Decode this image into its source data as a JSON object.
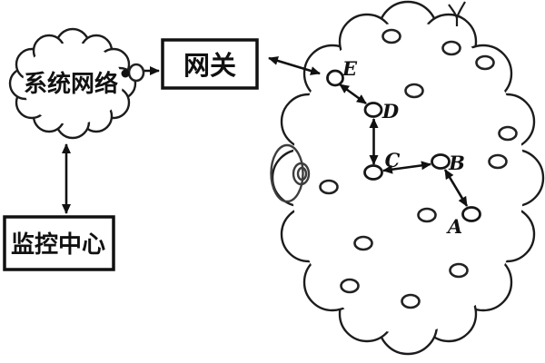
{
  "colors": {
    "ink": "#111111",
    "background": "#ffffff"
  },
  "system_network_cloud": {
    "label": "系统网络"
  },
  "gateway_box": {
    "label": "网关"
  },
  "monitor_center_box": {
    "label": "监控中心"
  },
  "sensor_cloud": {
    "labeled_nodes": [
      "A",
      "B",
      "C",
      "D",
      "E"
    ],
    "unlabeled_sensor_count": 12,
    "sink_symbol": "concentric-rings"
  },
  "links": [
    {
      "from": "监控中心",
      "to": "系统网络",
      "style": "double-arrow"
    },
    {
      "from": "系统网络",
      "to": "网关",
      "style": "double-arrow"
    },
    {
      "from": "网关",
      "to": "E",
      "style": "double-arrow"
    },
    {
      "from": "E",
      "to": "D",
      "style": "double-arrow"
    },
    {
      "from": "D",
      "to": "C",
      "style": "double-arrow"
    },
    {
      "from": "C",
      "to": "B",
      "style": "double-arrow"
    },
    {
      "from": "B",
      "to": "A",
      "style": "double-arrow"
    }
  ]
}
